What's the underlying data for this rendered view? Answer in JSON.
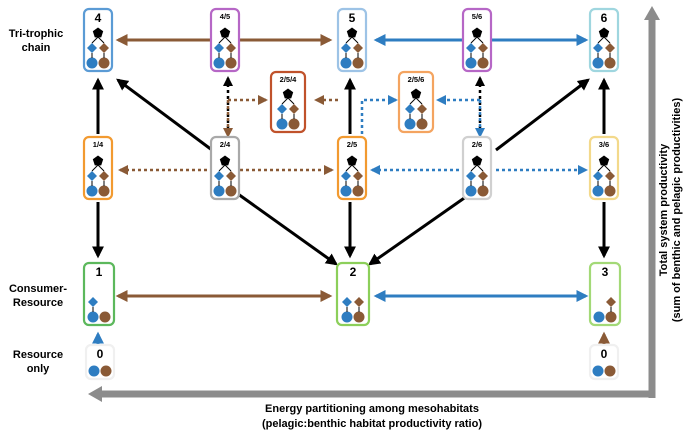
{
  "row_labels": {
    "tri_trophic": [
      "Tri-trophic",
      "chain"
    ],
    "consumer_resource": [
      "Consumer-",
      "Resource"
    ],
    "resource_only": [
      "Resource",
      "only"
    ]
  },
  "axis_labels": {
    "x": [
      "Energy partitioning among mesohabitats",
      "(pelagic:benthic habitat productivity ratio)"
    ],
    "y": [
      "Total system productivity",
      "(sum of benthic and pelagic productivities)"
    ]
  },
  "colors": {
    "blue": "#2e7dc1",
    "brown": "#8a5a36",
    "black": "#000000",
    "axis_gray": "#8c8c8c"
  },
  "nodes": [
    {
      "id": "n4",
      "label": "4",
      "border": "#5b9bd5",
      "glyphs": "pred-c-both-b-both"
    },
    {
      "id": "n45",
      "label": "4/5",
      "border": "#b667c6",
      "glyphs": "pred-c-both-b-both"
    },
    {
      "id": "n5",
      "label": "5",
      "border": "#9dc3e6",
      "glyphs": "pred-c-both-b-both"
    },
    {
      "id": "n56",
      "label": "5/6",
      "border": "#b667c6",
      "glyphs": "pred-c-both-b-both"
    },
    {
      "id": "n6",
      "label": "6",
      "border": "#9fd6df",
      "glyphs": "pred-c-both-b-both"
    },
    {
      "id": "n254",
      "label": "2/5/4",
      "border": "#c0522b",
      "glyphs": "pred-c-both-b-both"
    },
    {
      "id": "n256",
      "label": "2/5/6",
      "border": "#f4a460",
      "glyphs": "pred-c-both-b-both"
    },
    {
      "id": "n14",
      "label": "1/4",
      "border": "#f29a30",
      "glyphs": "pred-c-both-b-both"
    },
    {
      "id": "n24",
      "label": "2/4",
      "border": "#a9a9a9",
      "glyphs": "pred-c-both-b-both"
    },
    {
      "id": "n25",
      "label": "2/5",
      "border": "#f29a30",
      "glyphs": "pred-c-both-b-both"
    },
    {
      "id": "n26",
      "label": "2/6",
      "border": "#d0d0d0",
      "glyphs": "pred-c-both-b-both"
    },
    {
      "id": "n36",
      "label": "3/6",
      "border": "#f3d98b",
      "glyphs": "pred-c-both-b-both"
    },
    {
      "id": "n1",
      "label": "1",
      "border": "#5cb85c",
      "glyphs": "c-blue-b-both"
    },
    {
      "id": "n2",
      "label": "2",
      "border": "#8ccf5a",
      "glyphs": "c-both-b-both"
    },
    {
      "id": "n3",
      "label": "3",
      "border": "#a3d977",
      "glyphs": "c-brown-b-both"
    },
    {
      "id": "n0L",
      "label": "0",
      "border": "#f0f0f0",
      "glyphs": "b-both"
    },
    {
      "id": "n0R",
      "label": "0",
      "border": "#f0f0f0",
      "glyphs": "b-both"
    }
  ]
}
